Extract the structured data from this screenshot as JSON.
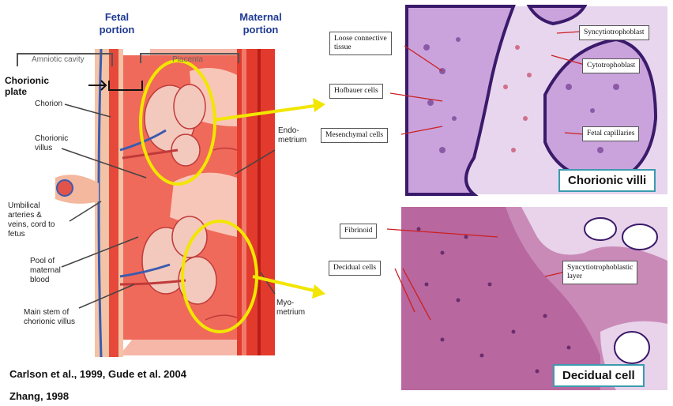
{
  "headers": {
    "fetal": [
      "Fetal",
      "portion"
    ],
    "maternal": [
      "Maternal",
      "portion"
    ]
  },
  "diagram": {
    "amniotic_cavity": "Amniotic cavity",
    "placenta": "Placenta",
    "chorionic_plate": [
      "Chorionic",
      "plate"
    ],
    "chorion": "Chorion",
    "chorionic_villus": [
      "Chorionic",
      "villus"
    ],
    "umbilical": [
      "Umbilical",
      "arteries &",
      "veins, cord to",
      "fetus"
    ],
    "pool": [
      "Pool of",
      "maternal",
      "blood"
    ],
    "main_stem": [
      "Main stem of",
      "chorionic villus"
    ],
    "endometrium": [
      "Endo-",
      "metrium"
    ],
    "myometrium": [
      "Myo-",
      "metrium"
    ]
  },
  "villi_panel": {
    "loose_connective": [
      "Loose connective",
      "tissue"
    ],
    "hofbauer": "Hofbauer cells",
    "mesenchymal": "Mesenchymal cells",
    "syncytiotrophoblast": "Syncytiotrophoblast",
    "cytotrophoblast": "Cytotrophoblast",
    "fetal_capillaries": "Fetal capillaries",
    "title": "Chorionic villi"
  },
  "decidual_panel": {
    "fibrinoid": "Fibrinoid",
    "decidual_cells": "Decidual cells",
    "syncytio_layer": [
      "Syncytiotrophoblastic",
      "layer"
    ],
    "title": "Decidual cell"
  },
  "references": {
    "line1": "Carlson et al., 1999, Gude et al. 2004",
    "line2": "Zhang, 1998"
  },
  "colors": {
    "header_blue": "#1f3a93",
    "highlight_yellow": "#f2e600",
    "box_border": "#3a9bb0"
  }
}
